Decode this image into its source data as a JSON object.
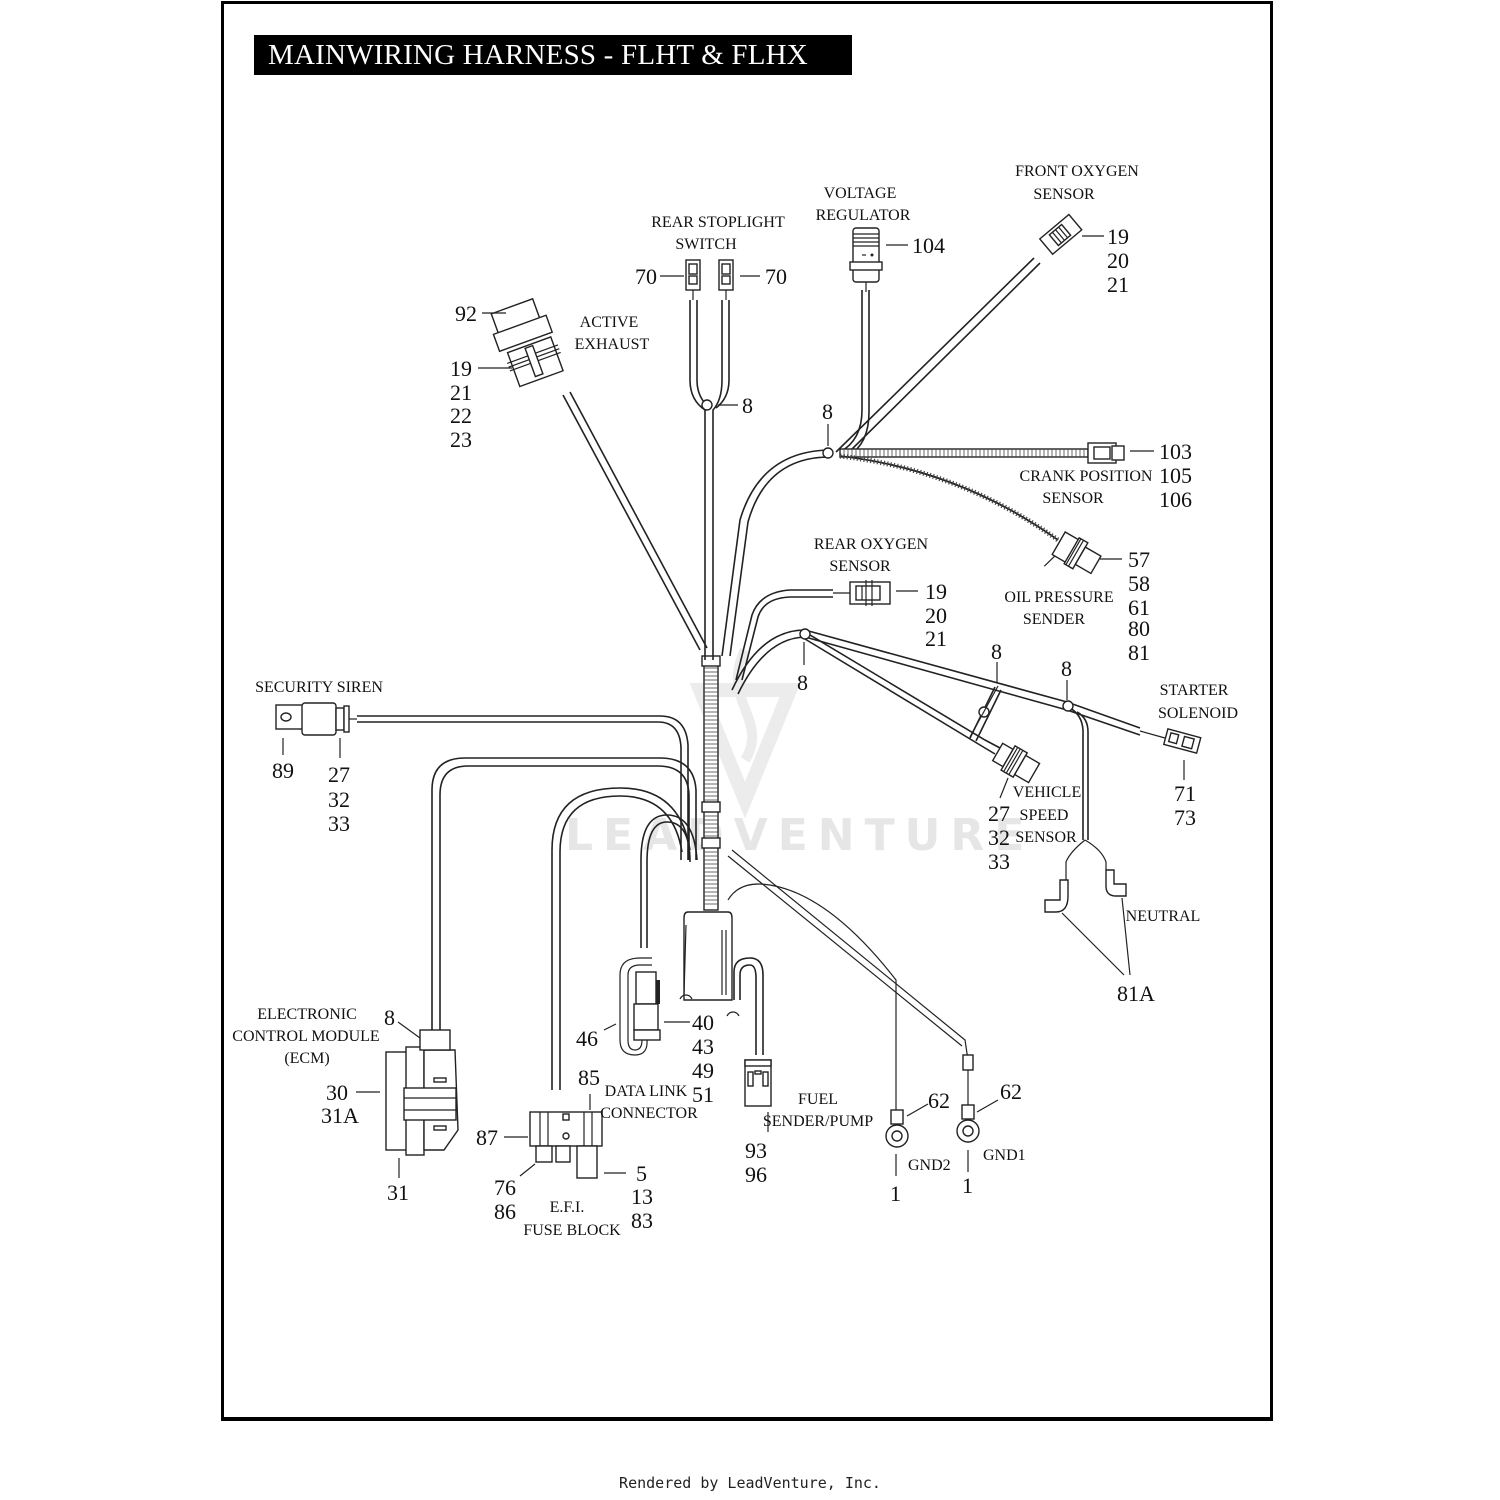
{
  "title": "MAINWIRING HARNESS - FLHT & FLHX",
  "footer": "Rendered by LeadVenture, Inc.",
  "watermark": "LEADVENTURE",
  "components": {
    "rear_stoplight_switch": {
      "label": [
        "REAR STOPLIGHT",
        "SWITCH"
      ],
      "callouts_left": [
        "70"
      ],
      "callouts_right": [
        "70"
      ]
    },
    "active_exhaust": {
      "label": [
        "ACTIVE",
        "EXHAUST"
      ],
      "callout_cap": [
        "92"
      ],
      "callouts": [
        "19",
        "21",
        "22",
        "23"
      ]
    },
    "voltage_regulator": {
      "label": [
        "VOLTAGE",
        "REGULATOR"
      ],
      "callouts": [
        "104"
      ]
    },
    "front_oxygen_sensor": {
      "label": [
        "FRONT OXYGEN",
        "SENSOR"
      ],
      "callouts": [
        "19",
        "20",
        "21"
      ]
    },
    "crank_position_sensor": {
      "label": [
        "CRANK POSITION",
        "SENSOR"
      ],
      "callouts": [
        "103",
        "105",
        "106"
      ]
    },
    "oil_pressure_sender": {
      "label": [
        "OIL PRESSURE",
        "SENDER"
      ],
      "callouts": [
        "57",
        "58",
        "61",
        "80",
        "81"
      ]
    },
    "rear_oxygen_sensor": {
      "label": [
        "REAR OXYGEN",
        "SENSOR"
      ],
      "callouts": [
        "19",
        "20",
        "21"
      ]
    },
    "starter_solenoid": {
      "label": [
        "STARTER",
        "SOLENOID"
      ],
      "callouts": [
        "71",
        "73"
      ]
    },
    "vehicle_speed_sensor": {
      "label": [
        "VEHICLE",
        "SPEED",
        "SENSOR"
      ],
      "callouts": [
        "27",
        "32",
        "33"
      ]
    },
    "neutral": {
      "label": [
        "NEUTRAL"
      ],
      "callouts": [
        "81A"
      ]
    },
    "security_siren": {
      "label": [
        "SECURITY SIREN"
      ],
      "callouts_left": [
        "89"
      ],
      "callouts_right": [
        "27",
        "32",
        "33"
      ]
    },
    "ecm": {
      "label": [
        "ELECTRONIC",
        "CONTROL MODULE",
        "(ECM)"
      ],
      "callout_clip": [
        "8"
      ],
      "callouts_left": [
        "30",
        "31A"
      ],
      "callouts_bottom": [
        "31"
      ]
    },
    "data_link_connector": {
      "label": [
        "DATA LINK",
        "CONNECTOR"
      ],
      "callouts_left": [
        "46"
      ],
      "callouts_right": [
        "40",
        "43",
        "49",
        "51"
      ]
    },
    "efi_fuse_block": {
      "label": [
        "E.F.I.",
        "FUSE BLOCK"
      ],
      "callout_top": [
        "85"
      ],
      "callout_left": [
        "87"
      ],
      "callouts_bottom_left": [
        "76",
        "86"
      ],
      "callouts_right": [
        "5",
        "13",
        "83"
      ]
    },
    "fuel_sender_pump": {
      "label": [
        "FUEL",
        "SENDER/PUMP"
      ],
      "callouts": [
        "93",
        "96"
      ]
    },
    "gnd2": {
      "label": [
        "GND2"
      ],
      "callout_terminal": [
        "62"
      ],
      "callouts": [
        "1"
      ]
    },
    "gnd1": {
      "label": [
        "GND1"
      ],
      "callout_terminal": [
        "62"
      ],
      "callouts": [
        "1"
      ]
    },
    "clips": {
      "callout": "8"
    }
  },
  "colors": {
    "ink": "#222222",
    "title_bg": "#000000",
    "title_text": "#ffffff",
    "watermark": "#e6e6e6"
  }
}
